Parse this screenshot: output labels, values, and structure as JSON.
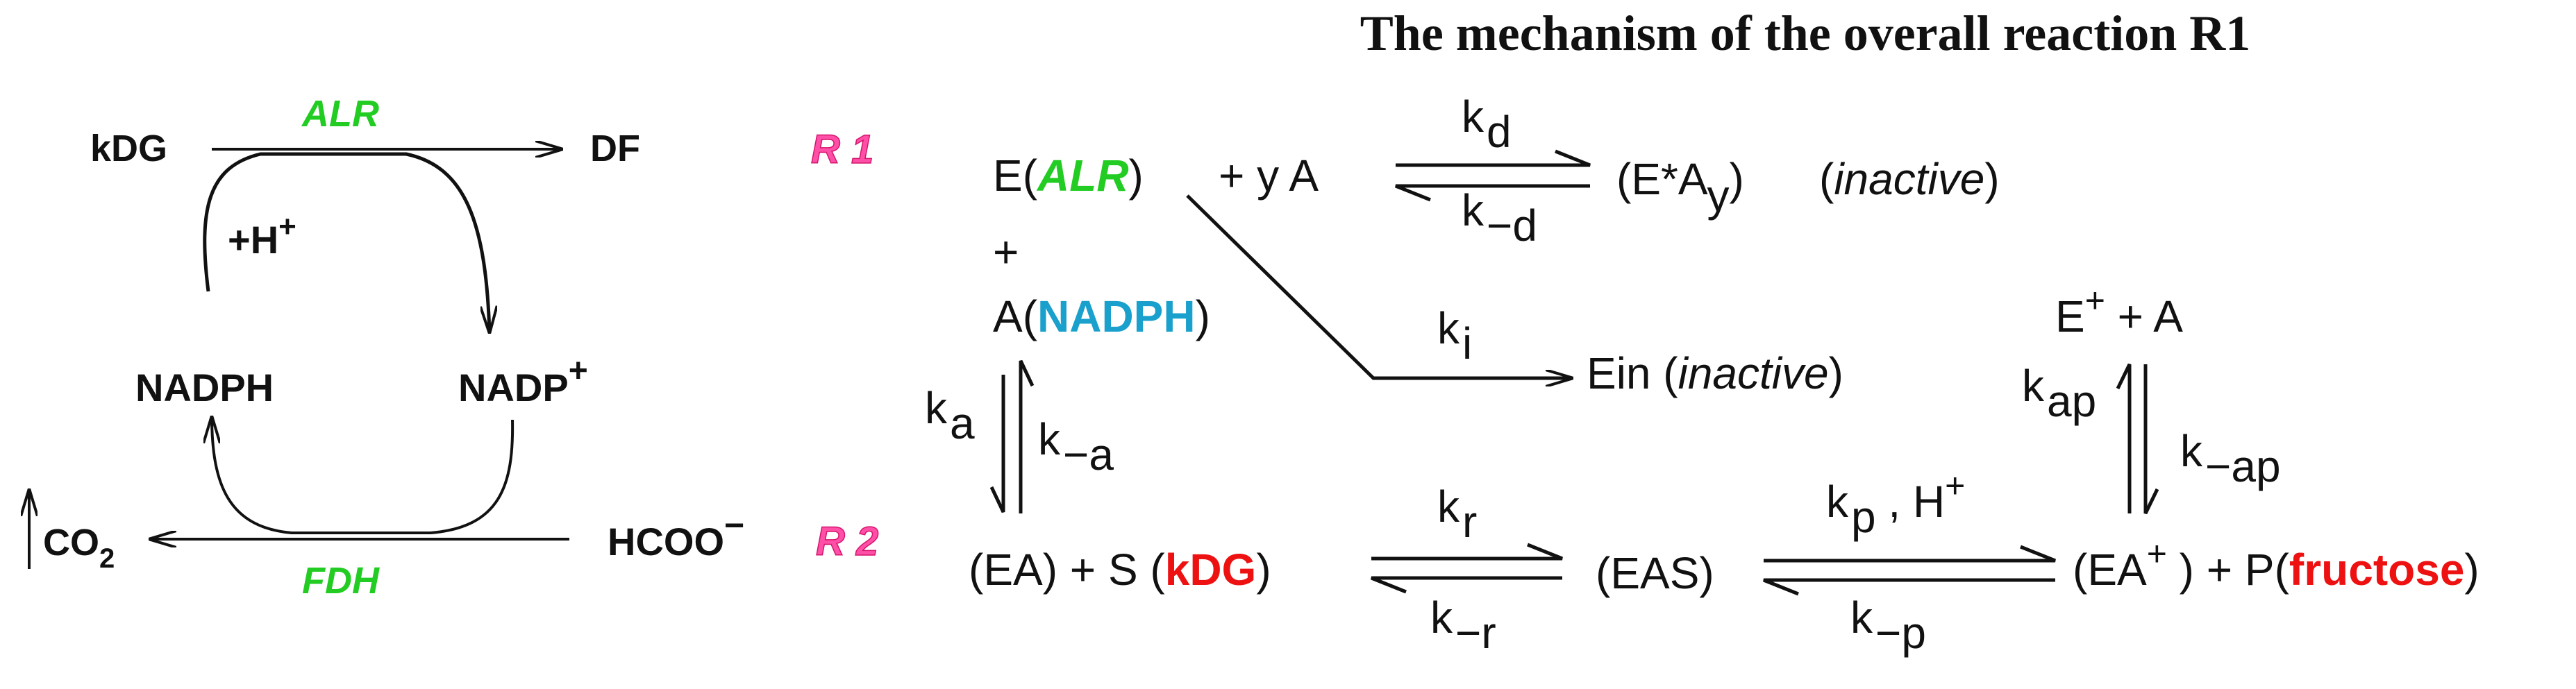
{
  "title": "The mechanism of the overall reaction R1",
  "colors": {
    "black": "#111111",
    "green": "#22cc22",
    "blue": "#1aa0cc",
    "red": "#ee1111",
    "pink": "#ff4fa6"
  },
  "cycle": {
    "kdg": "kDG",
    "df": "DF",
    "alr": "ALR",
    "r1": "R 1",
    "h_plus_base": "+H",
    "h_plus_sup": "+",
    "nadph": "NADPH",
    "nadp_base": "NADP",
    "nadp_sup": "+",
    "hcoo_base": "HCOO",
    "hcoo_sup": "−",
    "r2": "R 2",
    "co2_base": "CO",
    "co2_sub": "2",
    "fdh": "FDH"
  },
  "mechanism": {
    "e_open": "E(",
    "e_alr": "ALR",
    "e_close": ")",
    "plus_ya": "+ y A",
    "plus": "+",
    "a_open": "A(",
    "a_nadph": "NADPH",
    "a_close": ")",
    "kd": {
      "base": "k",
      "sub": "d"
    },
    "k_minus_d": {
      "base": "k",
      "sub": "−d"
    },
    "eay": {
      "open": "(E*A",
      "sub": "y",
      "close": ")"
    },
    "inactive1": {
      "open": "(",
      "word": "inactive",
      "close": ")"
    },
    "ki": {
      "base": "k",
      "sub": "i"
    },
    "ein": {
      "label": "Ein (",
      "word": "inactive",
      "close": ")"
    },
    "ka": {
      "base": "k",
      "sub": "a"
    },
    "k_minus_a": {
      "base": "k",
      "sub": "−a"
    },
    "eplus_a": {
      "base": "E",
      "sup": "+",
      "rest": " + A"
    },
    "kap": {
      "base": "k",
      "sub": "ap"
    },
    "k_minus_ap": {
      "base": "k",
      "sub": "−ap"
    },
    "ea_s": "(EA) + S (",
    "kdg": "kDG",
    "ea_s_close": ")",
    "kr": {
      "base": "k",
      "sub": "r"
    },
    "k_minus_r": {
      "base": "k",
      "sub": "−r"
    },
    "eas": "(EAS)",
    "kp_h": {
      "base": "k",
      "sub": "p",
      "rest": " , H",
      "sup": "+"
    },
    "k_minus_p": {
      "base": "k",
      "sub": "−p"
    },
    "eaplus": {
      "open": "(EA",
      "sup": "+",
      "close": " ) + P("
    },
    "fructose": "fructose",
    "eaplus_close": ")"
  }
}
